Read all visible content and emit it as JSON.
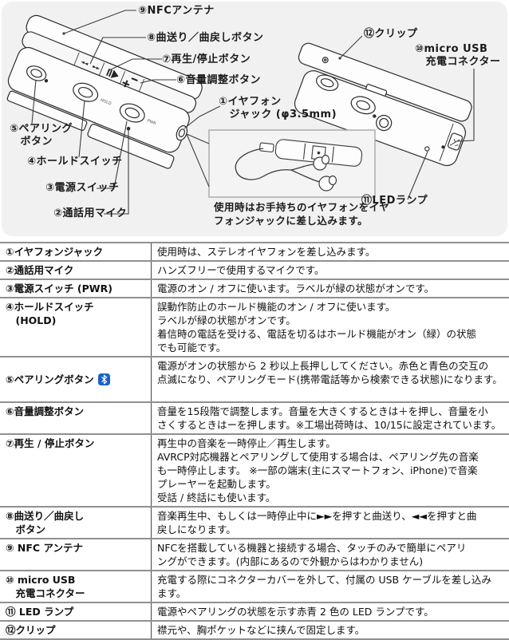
{
  "diagram": {
    "labels": {
      "nfc": "⑨NFCアンテナ",
      "track": "⑧曲送り／曲戻しボタン",
      "play": "⑦再生/停止ボタン",
      "volume": "⑥音量調整ボタン",
      "jack": [
        "①イヤフォン",
        "　ジャック (φ3.5mm)"
      ],
      "pairing": [
        "⑤ペアリング",
        "　ボタン"
      ],
      "hold": "④ホールドスイッチ",
      "power": "③電源スイッチ",
      "mic": "②通話用マイク",
      "clip": "⑫クリップ",
      "usb": [
        "⑩micro USB",
        "　充電コネクター"
      ],
      "led": "⑪LEDランプ"
    },
    "caption": [
      "使用時はお手持ちのイヤフォンをイヤ",
      "フォンジャックに差し込みます。"
    ],
    "markings": {
      "hold": "HOLD",
      "pwr": "PWR"
    },
    "icons": {
      "bluetooth": "bluetooth-icon",
      "rewind": "◄◄",
      "forward": "►►"
    }
  },
  "table": {
    "rows": [
      {
        "label": "①イヤフォンジャック",
        "desc": "使用時は、ステレオイヤフォンを差し込みます。"
      },
      {
        "label": "②通話用マイク",
        "desc": "ハンズフリーで使用するマイクです。"
      },
      {
        "label": "③電源スイッチ (PWR)",
        "desc": "電源のオン / オフに使います。ラベルが緑の状態がオンです。"
      },
      {
        "label": [
          "④ホールドスイッチ",
          "　(HOLD)"
        ],
        "desc": [
          "誤動作防止のホールド機能のオン / オフに使います。",
          "ラベルが緑の状態がオンです。",
          "着信時の電話を受ける、電話を切るはホールド機能がオン（緑）の状態",
          "でも可能です。"
        ]
      },
      {
        "label": "⑤ペアリングボタン",
        "desc": [
          "電源がオンの状態から 2 秒以上長押ししてください。赤色と青色の交互の",
          "点滅になり、ペアリングモード(携帯電話等から検索できる状態)になります。"
        ]
      },
      {
        "label": "⑥音量調整ボタン",
        "desc": [
          "音量を15段階で調整します。音量を大きくするときは＋を押し、音量を小",
          "さくするときはーを押します。※工場出荷時は、10/15に設定されています。"
        ]
      },
      {
        "label": "⑦再生 / 停止ボタン",
        "desc": [
          "再生中の音楽を一時停止／再生します。",
          "AVRCP対応機器とペアリングして使用する場合は、ペアリング先の音楽",
          "も一時停止します。 ※一部の端末(主にスマートフォン、iPhone)で音楽",
          "プレーヤーを起動します。",
          "受話 / 終話にも使います。"
        ]
      },
      {
        "label": [
          "⑧曲送り／曲戻し",
          "　ボタン"
        ],
        "desc": [
          "音楽再生中、もしくは一時停止中に►►を押すと曲送り、◄◄を押すと曲",
          "戻しになります。"
        ]
      },
      {
        "label": "⑨ NFC アンテナ",
        "desc": [
          "NFCを搭載している機器と接続する場合、タッチのみで簡単にペアリ",
          "ングができます。(内部にあるので外観からはわかりません)"
        ]
      },
      {
        "label": [
          "⑩ micro USB",
          "　充電コネクター"
        ],
        "desc": [
          "充電する際にコネクターカバーを外して、付属の USB ケーブルを差し込み",
          "ます。"
        ]
      },
      {
        "label": "⑪ LED ランプ",
        "desc": "電源やペアリングの状態を示す赤青 2 色の LED ランプです。"
      },
      {
        "label": "⑫クリップ",
        "desc": "襟元や、胸ポケットなどに挟んで固定します。"
      }
    ]
  },
  "colors": {
    "panel_bg": "#f1f1f2",
    "bluetooth_blue": "#1a63c4",
    "border_gray": "#909094",
    "text": "#111111"
  }
}
